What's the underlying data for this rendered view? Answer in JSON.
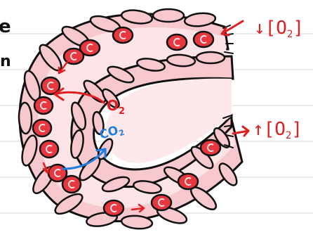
{
  "labels": {
    "o2": "O",
    "o2_sub": "2",
    "co2": "CO",
    "co2_sub": "2",
    "left_frag_1": "e",
    "left_frag_2": "n",
    "top_right_arrow": "↓",
    "top_right_text": "[O",
    "top_right_sub": "2",
    "top_right_close": "]",
    "bottom_right_arrow": "↑",
    "bottom_right_text": "[O",
    "bottom_right_sub": "2",
    "bottom_right_close": "]"
  },
  "colors": {
    "outline": "#111111",
    "cell_fill": "#f7c8cd",
    "lumen_fill": "#fde4e7",
    "rbc_fill": "#e8383f",
    "red_text": "#e02020",
    "blue_text": "#1e7fe0",
    "ruled_line": "#e6e6e6"
  },
  "diagram": {
    "rbc_glyph": "C"
  }
}
